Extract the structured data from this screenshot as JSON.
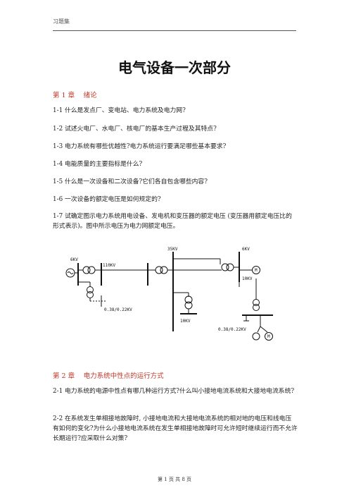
{
  "header": {
    "text": "习题集"
  },
  "title": "电气设备一次部分",
  "chapter1": {
    "label": "第 1 章　 绪论"
  },
  "questions1": [
    "1-1 什么是发点厂、变电站、电力系统及电力网?",
    "1-2 试述火电厂、水电厂、核电厂的基本生产过程及其特点?",
    "1-3 电力系统有哪些优越性?电力系统运行要满足哪些基本要求?",
    "1-4 电能质量的主要指标是什么?",
    "1-5 什么是一次设备和二次设备?它们各自包含哪些内容?",
    "1-6 一次设备的额定电压是如何规定的?",
    "1-7 试确定图示电力系统用电设备、发电机和变压器的额定电压 (变压器用额定电压比的形式表示)。图中所示电压为电力网额定电压。"
  ],
  "diagram": {
    "labels": [
      "6KV",
      "110KV",
      "35KV",
      "6KV",
      "10KV",
      "10KV",
      "0.38/0.22KV",
      "0.38/0.22KV"
    ],
    "motor_symbol": "M"
  },
  "chapter2": {
    "label": "第 2 章　 电力系统中性点的运行方式"
  },
  "questions2": [
    "2-1 电力系统的电源中性点有哪几种运行方式?什么叫小接地电流系统和大接地电流系统?",
    "2-2 在系统发生单相接地故障时, 小接地电流和大接地电流系统的相对地的电压和线电压有如何的变化?为什么小接地电流系统在发生单相接地故障时可允许短时继续运行而不允许长期运行?应采取什么对策?"
  ],
  "footer": {
    "text": "第 1 页 共 8 页"
  }
}
